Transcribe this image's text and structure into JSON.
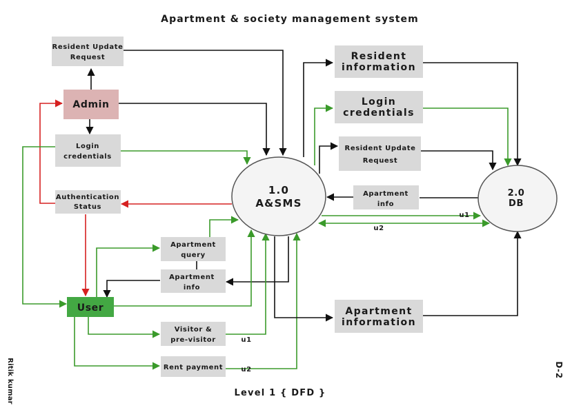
{
  "title": "Apartment & society management system",
  "footer": "Level 1 { DFD }",
  "author": "Ritik kumar",
  "page_code": "D-2",
  "colors": {
    "box": "#d9d9d9",
    "admin": "#dcb3b3",
    "user": "#43a843",
    "black_flow": "#111111",
    "green_flow": "#3a9a2a",
    "red_flow": "#d62020"
  },
  "entities": {
    "admin": "Admin",
    "user": "User"
  },
  "processes": {
    "asms": {
      "id": "1.0",
      "name": "A&SMS"
    },
    "db": {
      "id": "2.0",
      "name": "DB"
    }
  },
  "flows": {
    "resident_update_request_left": [
      "Resident Update",
      "Request"
    ],
    "login_credentials_left": [
      "Login",
      "credentials"
    ],
    "authentication_status": [
      "Authentication",
      "Status"
    ],
    "apartment_query": [
      "Apartment",
      "query"
    ],
    "apartment_info_left": [
      "Apartment",
      "info"
    ],
    "visitor": [
      "Visitor &",
      "pre-visitor"
    ],
    "rent_payment": [
      "Rent payment"
    ],
    "resident_information": [
      "Resident",
      "information"
    ],
    "login_credentials_right": [
      "Login",
      "credentials"
    ],
    "resident_update_request_right": [
      "Resident Update",
      "Request"
    ],
    "apartment_info_right": [
      "Apartment",
      "info"
    ],
    "apartment_information": [
      "Apartment",
      "information"
    ]
  },
  "labels": {
    "u1_top": "u1",
    "u2_top": "u2",
    "u1_bottom": "u1",
    "u2_bottom": "u2"
  }
}
